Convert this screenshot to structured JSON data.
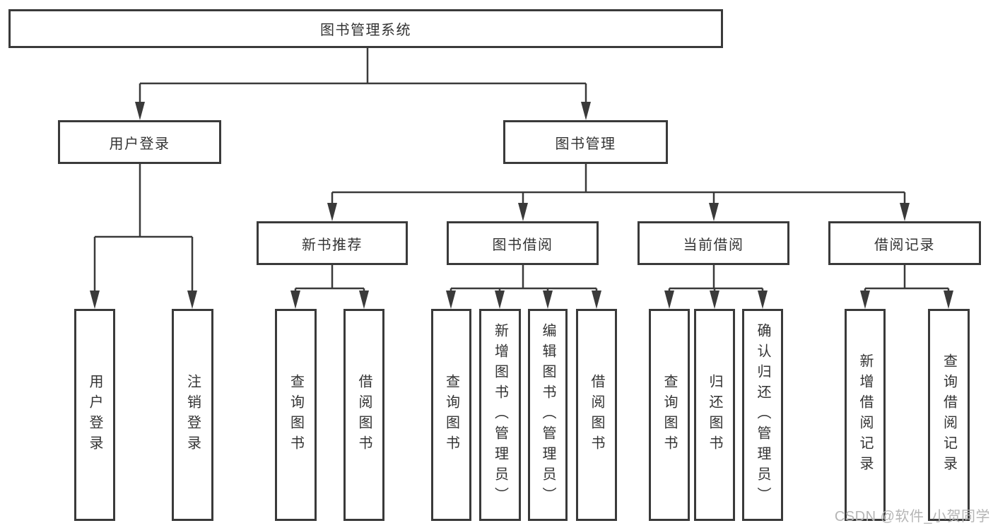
{
  "diagram": {
    "title": "图书管理系统",
    "watermark": "CSDN @软件_小贺同学",
    "colors": {
      "line": "#3a3a3a",
      "text": "#333333",
      "box_background": "#ffffff",
      "watermark": "#b5b5b5"
    }
  },
  "nodes": {
    "root": {
      "label": "图书管理系统"
    },
    "user_login": {
      "label": "用户登录"
    },
    "book_mgmt": {
      "label": "图书管理"
    },
    "new_book_rec": {
      "label": "新书推荐"
    },
    "book_borrowing": {
      "label": "图书借阅"
    },
    "current_borrowing": {
      "label": "当前借阅"
    },
    "borrowing_records": {
      "label": "借阅记录"
    },
    "leaf_user_login": {
      "label": "用户登录"
    },
    "leaf_logout": {
      "label": "注销登录"
    },
    "leaf_rec_query_books": {
      "label": "查询图书"
    },
    "leaf_rec_borrow_books": {
      "label": "借阅图书"
    },
    "leaf_bb_query_books": {
      "label": "查询图书"
    },
    "leaf_bb_add_books": {
      "label": "新增图书（管理员）"
    },
    "leaf_bb_edit_books": {
      "label": "编辑图书（管理员）"
    },
    "leaf_bb_borrow_books": {
      "label": "借阅图书"
    },
    "leaf_cb_query_books": {
      "label": "查询图书"
    },
    "leaf_cb_return_books": {
      "label": "归还图书"
    },
    "leaf_cb_confirm_return": {
      "label": "确认归还（管理员）"
    },
    "leaf_br_add_record": {
      "label": "新增借阅记录"
    },
    "leaf_br_query_record": {
      "label": "查询借阅记录"
    }
  }
}
